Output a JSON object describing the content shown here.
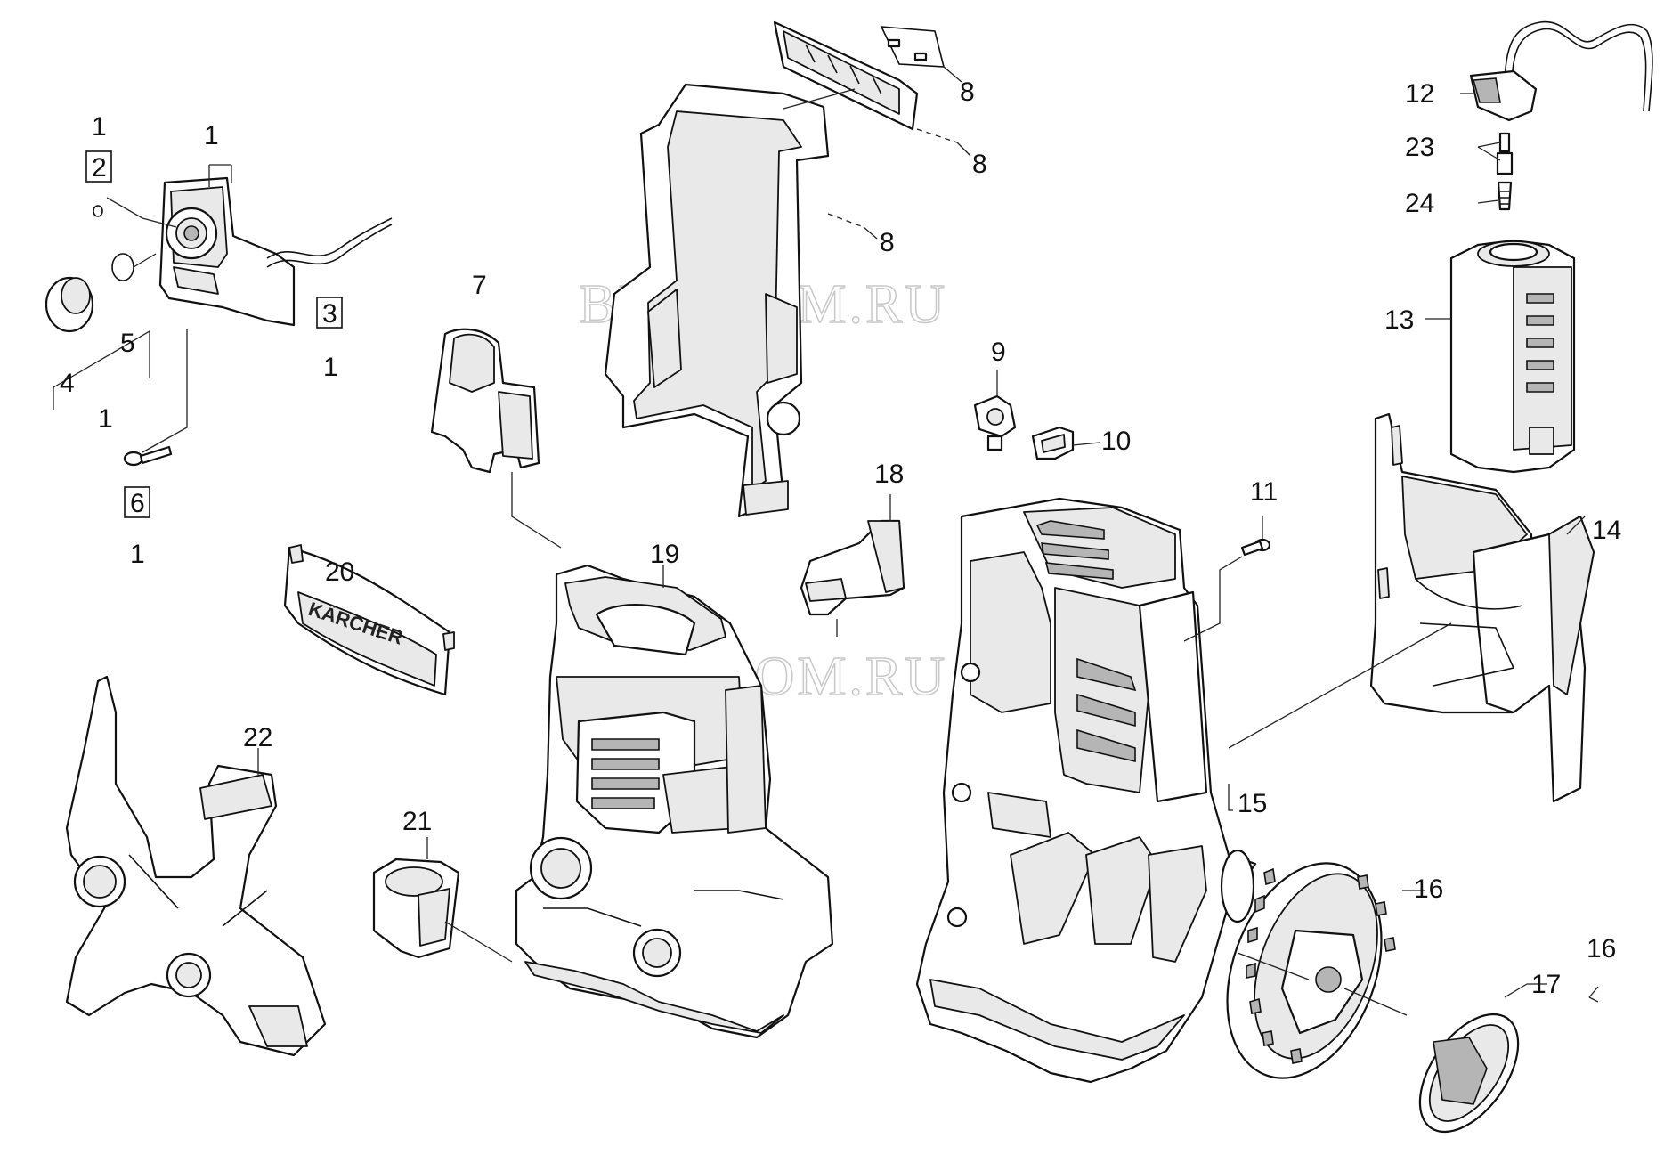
{
  "watermark": "BRIZCOM.RU",
  "brand_text": "KÄRCHER",
  "callouts": {
    "c_1a": "1",
    "c_2": "2",
    "c_1b": "1",
    "c_3": "3",
    "c_1c": "1",
    "c_5": "5",
    "c_4": "4",
    "c_1d": "1",
    "c_6": "6",
    "c_1e": "1",
    "c_7": "7",
    "c_8a": "8",
    "c_8b": "8",
    "c_8c": "8",
    "c_9": "9",
    "c_10": "10",
    "c_11": "11",
    "c_12": "12",
    "c_23": "23",
    "c_24": "24",
    "c_13": "13",
    "c_14": "14",
    "c_15": "15",
    "c_16a": "16",
    "c_16b": "16",
    "c_17": "17",
    "c_18": "18",
    "c_19": "19",
    "c_20": "20",
    "c_21": "21",
    "c_22": "22"
  }
}
